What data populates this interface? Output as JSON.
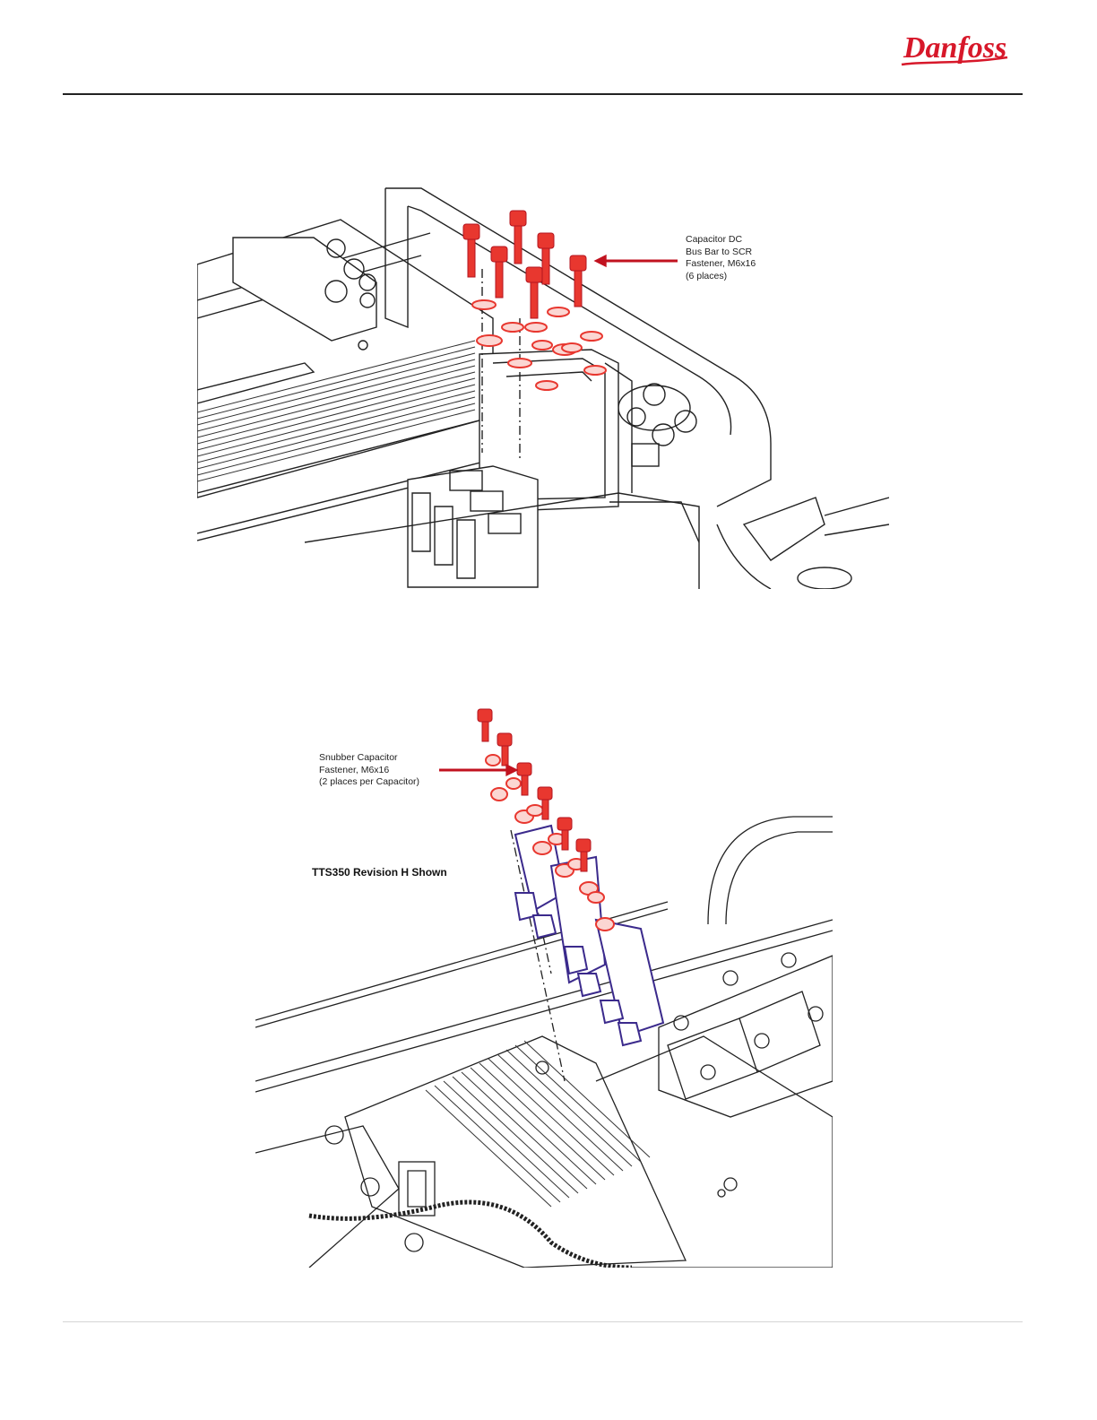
{
  "header": {
    "brand": "Danfoss",
    "brand_color": "#d7182a"
  },
  "figure_top": {
    "callout_lines": [
      "Capacitor DC",
      "Bus Bar to SCR",
      "Fastener, M6x16",
      "(6 places)"
    ],
    "fastener_color": "#e8372f",
    "arrow_color": "#c1121f"
  },
  "figure_bottom": {
    "callout_lines": [
      "Snubber Capacitor",
      "Fastener, M6x16",
      "(2 places per Capacitor)"
    ],
    "revision_label": "TTS350 Revision H Shown",
    "capacitor_outline_color": "#3b2a8c"
  }
}
